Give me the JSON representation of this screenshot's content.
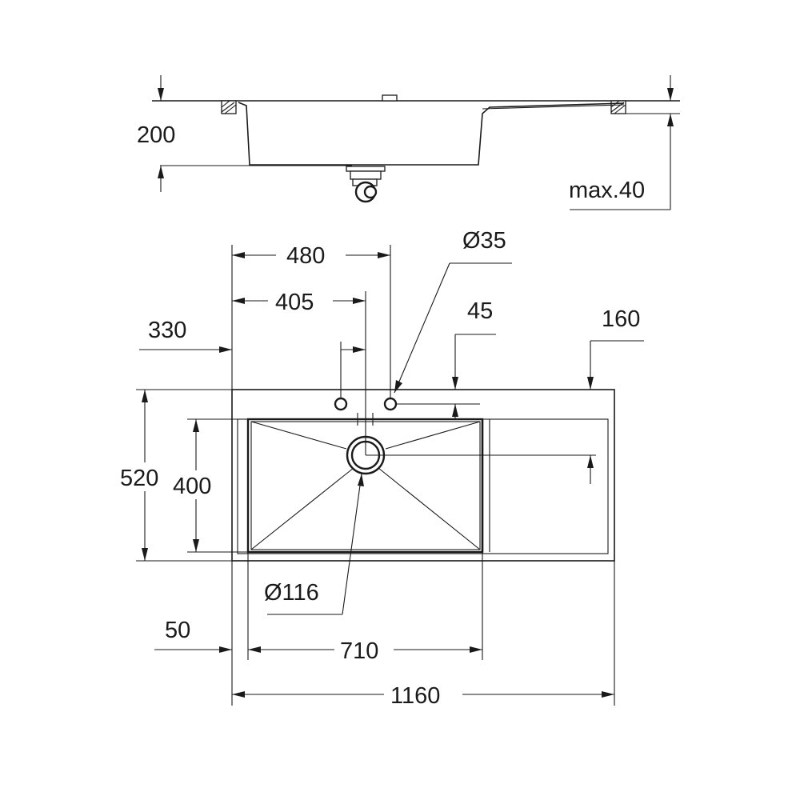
{
  "diagram": {
    "colors": {
      "line": "#1a1a1a",
      "background": "#ffffff"
    },
    "side_view": {
      "depth": "200",
      "worktop_thickness": "max.40"
    },
    "top_view": {
      "dim_overall_width": "1160",
      "dim_bowl_width": "710",
      "dim_left_margin": "50",
      "dim_tap_hole_offset": "480",
      "dim_waste_offset": "405",
      "dim_cabinet": "330",
      "dim_tap_hole_diameter": "Ø35",
      "dim_tap_hole_edge": "45",
      "dim_drainer": "160",
      "dim_overall_depth": "520",
      "dim_bowl_depth": "400",
      "dim_waste_diameter": "Ø116"
    }
  }
}
